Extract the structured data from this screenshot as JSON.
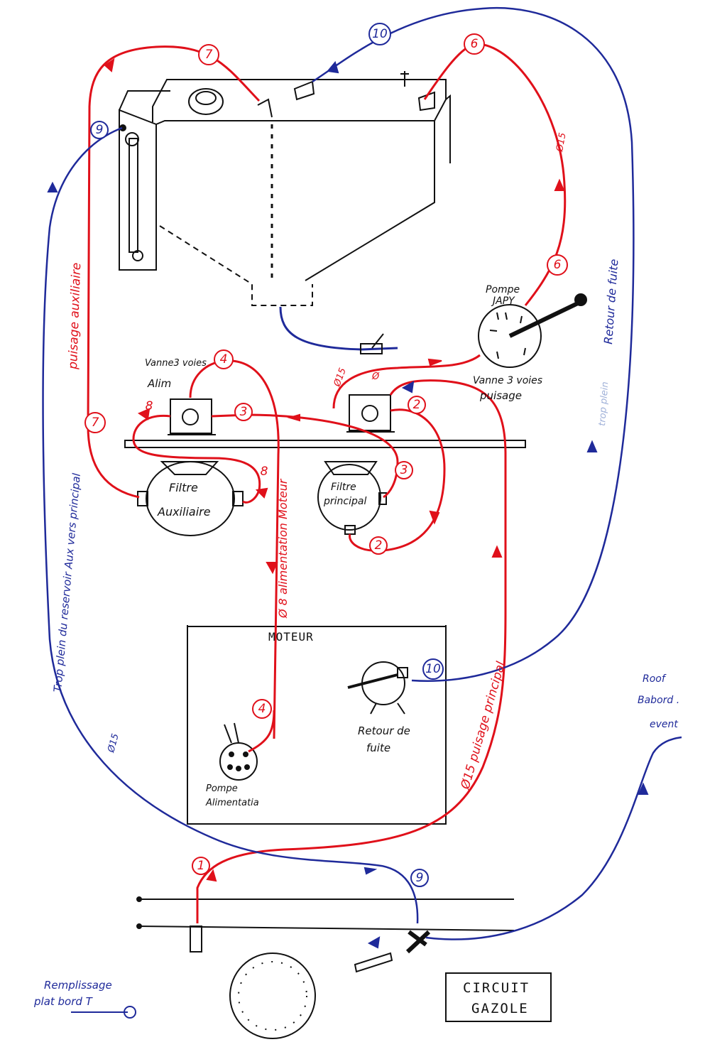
{
  "colors": {
    "fuel_supply": "#e0101a",
    "return_vent": "#1f2a9a",
    "outline": "#111111"
  },
  "title": {
    "line1": "CIRCUIT",
    "line2": "GAZOLE"
  },
  "labels": {
    "pompe_japy_1": "Pompe",
    "pompe_japy_2": "JAPY",
    "vanne_alim_1": "Vanne3 voies",
    "vanne_alim_2": "Alim",
    "vanne_puisage_1": "Vanne 3 voies",
    "vanne_puisage_2": "puisage",
    "filtre_aux_1": "Filtre",
    "filtre_aux_2": "Auxiliaire",
    "filtre_princ_1": "Filtre",
    "filtre_princ_2": "principal",
    "moteur": "MOTEUR",
    "pompe_alim_1": "Pompe",
    "pompe_alim_2": "Alimentatia",
    "retour_fuite_box_1": "Retour de",
    "retour_fuite_box_2": "fuite",
    "roof_1": "Roof",
    "roof_2": "Babord .",
    "event": "event",
    "remplissage_1": "Remplissage",
    "remplissage_2": "plat bord T",
    "puisage_aux": "puisage auxiliaire",
    "trop_plein": "Trop plein du reservoir Aux vers principal",
    "retour_fuite_right": "Retour de fuite",
    "alim_moteur": "Ø 8 alimentation Moteur",
    "puisage_principal": "Ø15 puisage principal",
    "d15_top": "Ø15",
    "d15_left": "Ø15",
    "d15_valve": "Ø15",
    "d8_valve": "Ø",
    "faded_note": "trop plein"
  },
  "line_numbers": {
    "n1": "1",
    "n2a": "2",
    "n2b": "2",
    "n3a": "3",
    "n3b": "3",
    "n4a": "4",
    "n4b": "4",
    "n6a": "6",
    "n6b": "6",
    "n7a": "7",
    "n7b": "7",
    "n8a": "8",
    "n8b": "8",
    "n9a": "9",
    "n9b": "9",
    "n10a": "10",
    "n10b": "10"
  }
}
